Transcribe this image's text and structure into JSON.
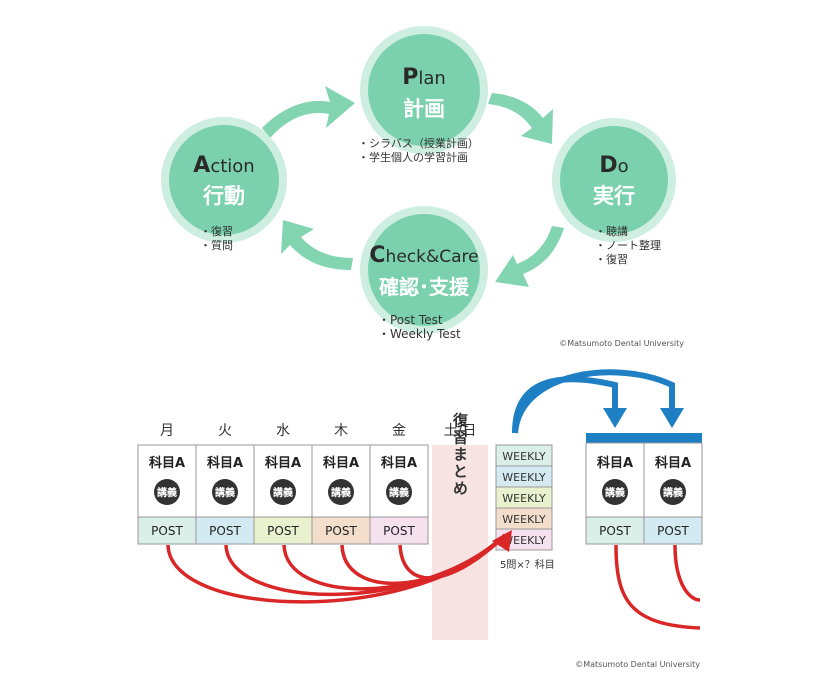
{
  "cycle": {
    "plan": {
      "letter": "P",
      "rest": "lan",
      "jp": "計画",
      "notes": [
        "・シラバス（授業計画）",
        "・学生個人の学習計画"
      ]
    },
    "do": {
      "letter": "D",
      "rest": "o",
      "jp": "実行",
      "notes": [
        "・聴講",
        "・ノート整理",
        "・復習"
      ]
    },
    "check": {
      "letter": "C",
      "rest": "heck&Care",
      "jp": "確認･支援",
      "notes": [
        "・Post Test",
        "・Weekly Test"
      ]
    },
    "action": {
      "letter": "A",
      "rest": "ction",
      "jp": "行動",
      "notes": [
        "・復習",
        "・質問"
      ]
    },
    "copyright": "©Matsumoto Dental University"
  },
  "schedule": {
    "days": [
      {
        "day": "月",
        "subject": "科目A",
        "badge": "講義",
        "post": "POST",
        "post_color": "#d9efe7"
      },
      {
        "day": "火",
        "subject": "科目A",
        "badge": "講義",
        "post": "POST",
        "post_color": "#d3eaf3"
      },
      {
        "day": "水",
        "subject": "科目A",
        "badge": "講義",
        "post": "POST",
        "post_color": "#eaf1cf"
      },
      {
        "day": "木",
        "subject": "科目A",
        "badge": "講義",
        "post": "POST",
        "post_color": "#f3ddcb"
      },
      {
        "day": "金",
        "subject": "科目A",
        "badge": "講義",
        "post": "POST",
        "post_color": "#f6e2ef"
      }
    ],
    "weekend_label": "土/日",
    "review_label": "復習まとめ",
    "weekly": [
      {
        "label": "WEEKLY",
        "color": "#d9efe7"
      },
      {
        "label": "WEEKLY",
        "color": "#d3eaf3"
      },
      {
        "label": "WEEKLY",
        "color": "#eaf1cf"
      },
      {
        "label": "WEEKLY",
        "color": "#f3ddcb"
      },
      {
        "label": "WEEKLY",
        "color": "#f6e2ef"
      }
    ],
    "weekly_note": "5問×？科目",
    "next_week": [
      {
        "subject": "科目A",
        "badge": "講義",
        "post": "POST",
        "post_color": "#d9efe7"
      },
      {
        "subject": "科目A",
        "badge": "講義",
        "post": "POST",
        "post_color": "#d3eaf3"
      }
    ],
    "copyright": "©Matsumoto Dental University"
  },
  "colors": {
    "circle_core": "#7bd1ad",
    "circle_halo": "#cdeee0",
    "arrow_green": "#83d5b1",
    "arrow_red": "#d92626",
    "arrow_blue": "#1f7fc4",
    "box_bar_blue": "#1f7fc4"
  }
}
